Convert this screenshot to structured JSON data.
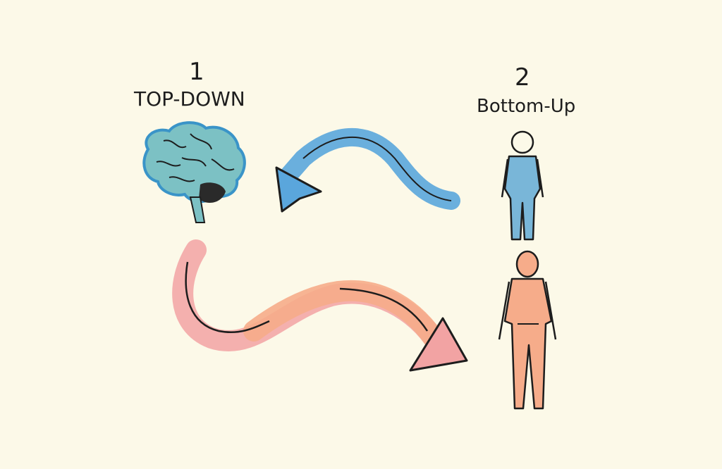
{
  "steps": [
    {
      "number": "1",
      "title": "TOP-DOWN"
    },
    {
      "number": "2",
      "title": "Bottom-Up"
    }
  ],
  "icons": {
    "step1": "brain-icon",
    "step2_top": "blue-person-icon",
    "step2_bottom": "orange-person-icon"
  },
  "arrows": {
    "upper": {
      "direction": "right-to-left",
      "color": "#5aa6dc"
    },
    "lower": {
      "direction": "left-to-right",
      "colors": [
        "#f2a3a3",
        "#f6b08a"
      ]
    }
  },
  "colors": {
    "background": "#fcf9e8",
    "ink": "#1d1d1d",
    "brain": "#7cc1c4",
    "blue": "#5aa6dc",
    "orange": "#f6ac8a",
    "pink": "#f2a3a3"
  }
}
